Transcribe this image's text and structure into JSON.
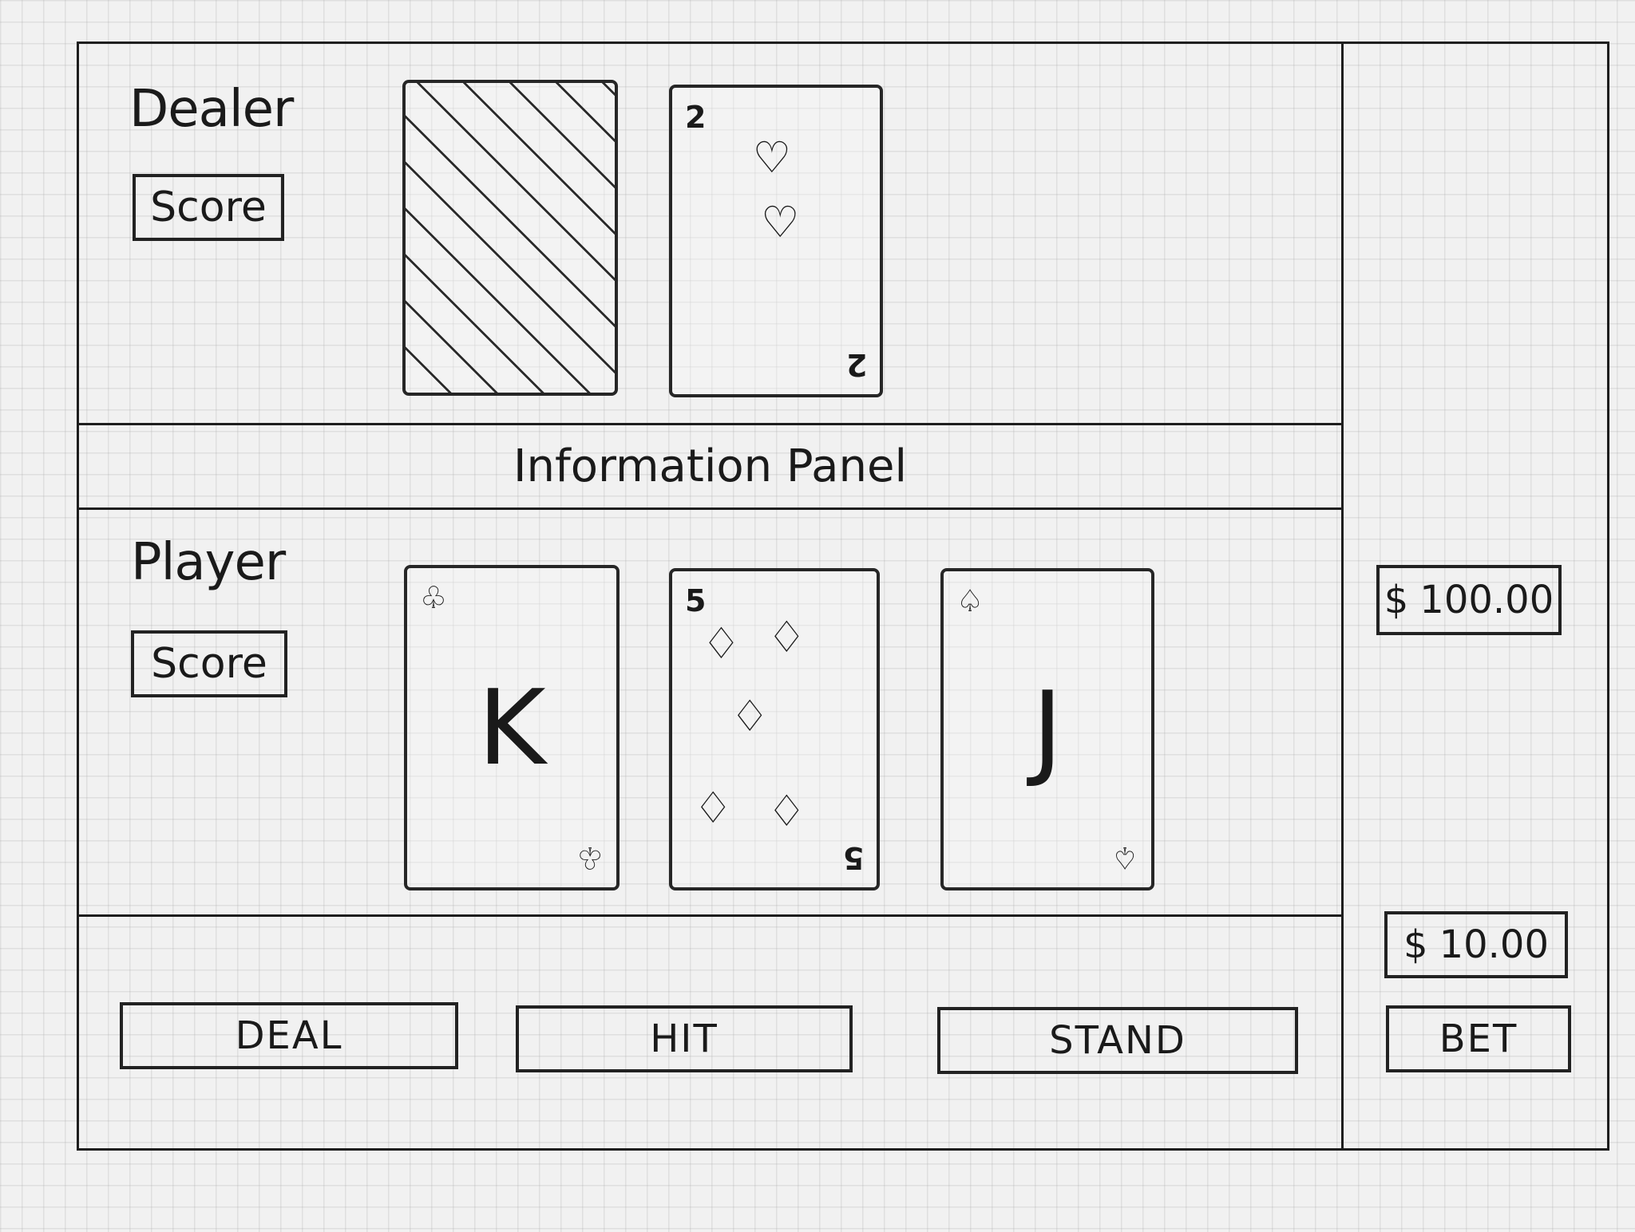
{
  "dealer": {
    "label": "Dealer",
    "score_label": "Score",
    "cards": [
      {
        "face_down": true
      },
      {
        "rank": "2",
        "suit": "hearts",
        "suit_glyph": "♡"
      }
    ]
  },
  "info_panel": {
    "text": "Information Panel"
  },
  "player": {
    "label": "Player",
    "score_label": "Score",
    "cards": [
      {
        "rank": "K",
        "suit": "clubs",
        "suit_glyph": "♧"
      },
      {
        "rank": "5",
        "suit": "diamonds",
        "suit_glyph": "♢"
      },
      {
        "rank": "J",
        "suit": "spades",
        "suit_glyph": "♤"
      }
    ]
  },
  "actions": {
    "deal_label": "DEAL",
    "hit_label": "HIT",
    "stand_label": "STAND"
  },
  "sidebar": {
    "bankroll_symbol": "$",
    "bankroll_value": "100.00",
    "bet_symbol": "$",
    "bet_value": "10.00",
    "bet_label": "BET"
  }
}
